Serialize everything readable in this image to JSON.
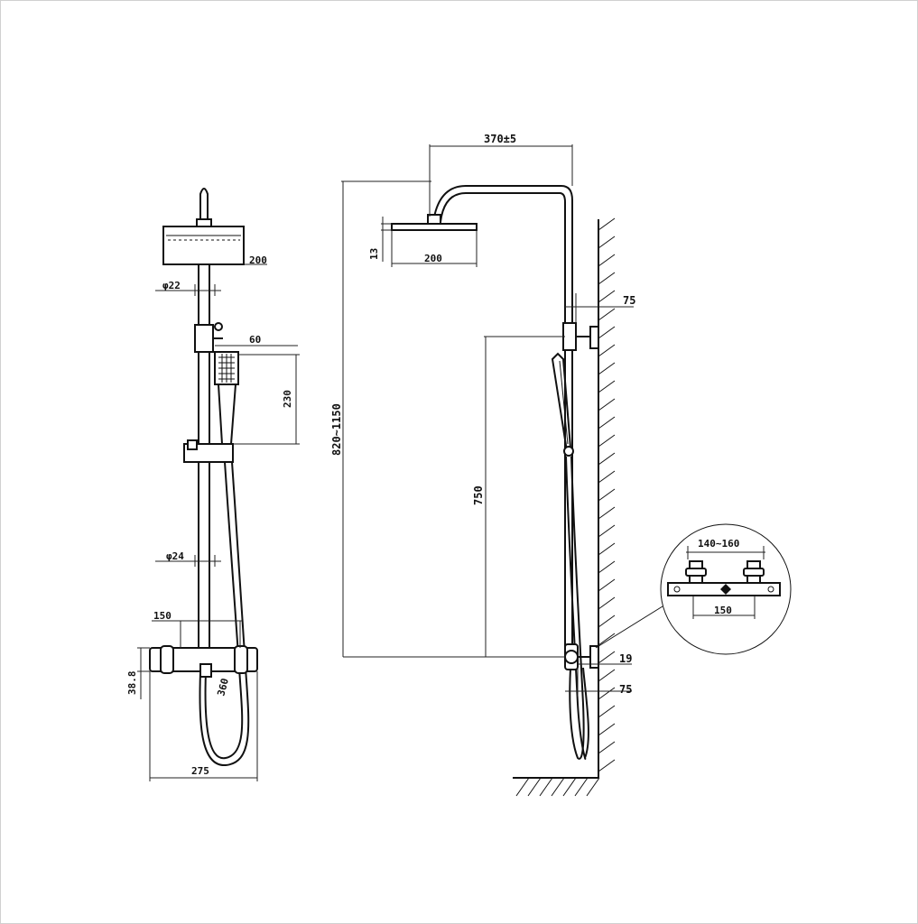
{
  "front_view": {
    "dims": {
      "head_width": "200",
      "pipe_diameter_top": "φ22",
      "hand_width": "60",
      "hand_length": "230",
      "pipe_diameter_bottom": "φ24",
      "outlet_spacing": "150",
      "body_height": "38.8",
      "hose": "360",
      "body_width": "275"
    }
  },
  "side_view": {
    "dims": {
      "arm_reach": "370±5",
      "head_thickness": "13",
      "head_width": "200",
      "wall_offset_top": "75",
      "total_height": "820~1150",
      "rail_height": "750",
      "inlet_depth": "19",
      "wall_offset_bottom": "75"
    }
  },
  "detail": {
    "dims": {
      "inlet_range": "140~160",
      "inlet_spacing": "150"
    }
  }
}
